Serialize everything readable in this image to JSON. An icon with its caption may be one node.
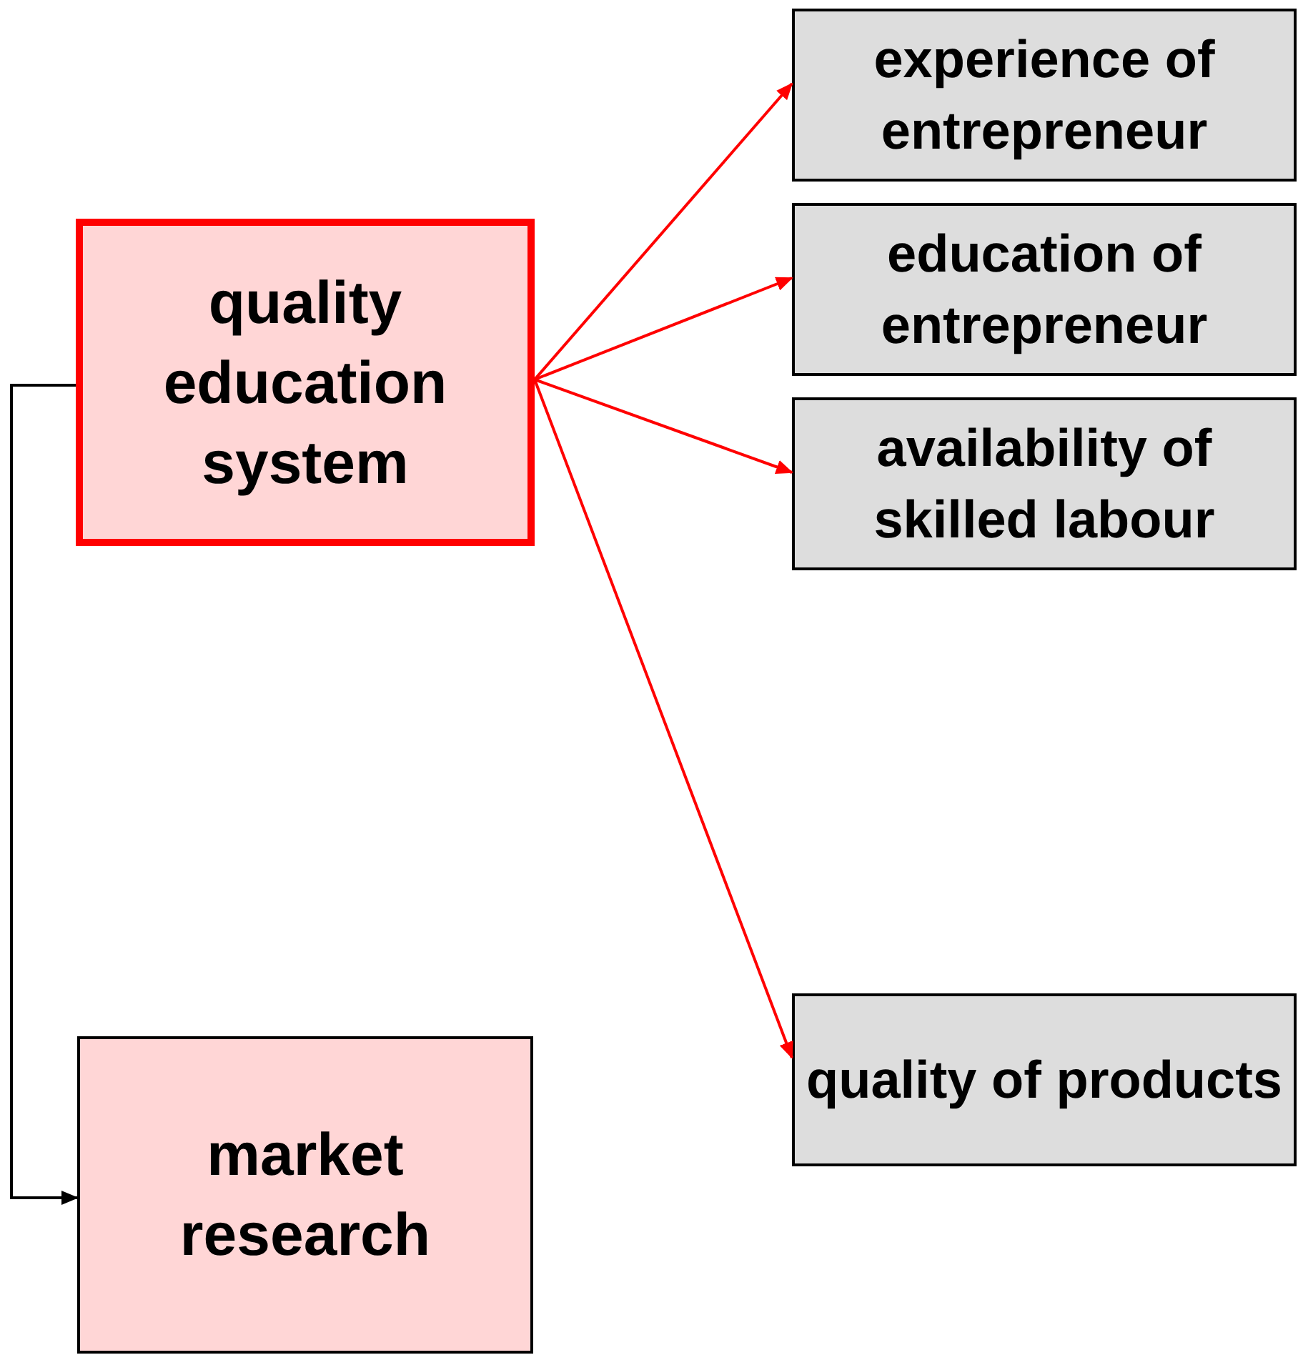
{
  "diagram": {
    "nodes": [
      {
        "text": [
          "quality education system"
        ]
      },
      {
        "text": [
          "experience of entrepreneur"
        ]
      },
      {
        "text": [
          "education of entrepreneur"
        ]
      },
      {
        "text": [
          "availability of skilled labour"
        ]
      },
      {
        "text": [
          "quality of products"
        ]
      },
      {
        "text": [
          "market research"
        ]
      }
    ],
    "edges": [
      {
        "from": 0,
        "to": 1,
        "arrow": "to"
      },
      {
        "from": 0,
        "to": 2,
        "arrow": "to"
      },
      {
        "from": 0,
        "to": 3,
        "arrow": "to"
      },
      {
        "from": 0,
        "to": 4,
        "arrow": "to"
      },
      {
        "from": 0,
        "to": 5,
        "arrow": "to",
        "color": "#000000"
      }
    ]
  }
}
